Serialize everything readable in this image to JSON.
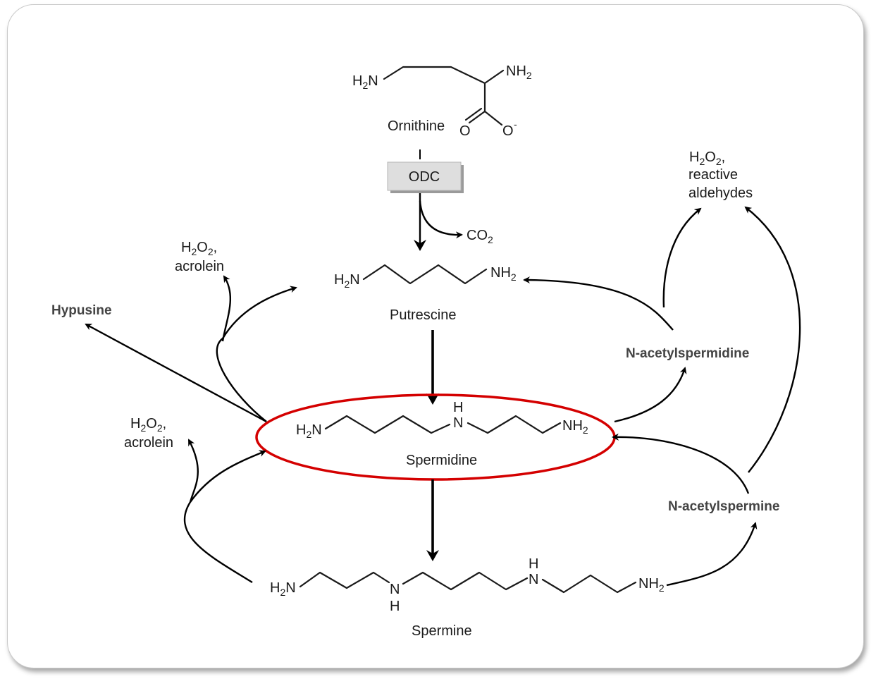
{
  "molecules": {
    "ornithine": {
      "name": "Ornithine",
      "left_amine": "H2N",
      "right_amine": "NH2",
      "carboxylate_o1": "O",
      "carboxylate_o2": "O",
      "charge": "-"
    },
    "putrescine": {
      "name": "Putrescine",
      "left_amine": "H2N",
      "right_amine": "NH2"
    },
    "spermidine": {
      "name": "Spermidine",
      "left_amine": "H2N",
      "imine": "N",
      "imine_h": "H",
      "right_amine": "NH2"
    },
    "spermine": {
      "name": "Spermine",
      "left_amine": "H2N",
      "imine1": "N",
      "imine1_h": "H",
      "imine2": "N",
      "imine2_h": "H",
      "right_amine": "NH2"
    }
  },
  "enzyme": {
    "label": "ODC"
  },
  "byproducts": {
    "co2": "CO2",
    "h2o2_acrolein_top": {
      "line1": "H2O2,",
      "line2": "acrolein"
    },
    "h2o2_acrolein_bottom": {
      "line1": "H2O2,",
      "line2": "acrolein"
    },
    "h2o2_aldehydes": {
      "line1": "H2O2,",
      "line2": "reactive",
      "line3": "aldehydes"
    }
  },
  "products": {
    "hypusine": "Hypusine",
    "n_acetylspermidine": "N-acetylspermidine",
    "n_acetylspermine": "N-acetylspermine"
  },
  "colors": {
    "highlight": "#d40000",
    "bold_labels": "#444444",
    "enzyme_box": "#dedede"
  }
}
